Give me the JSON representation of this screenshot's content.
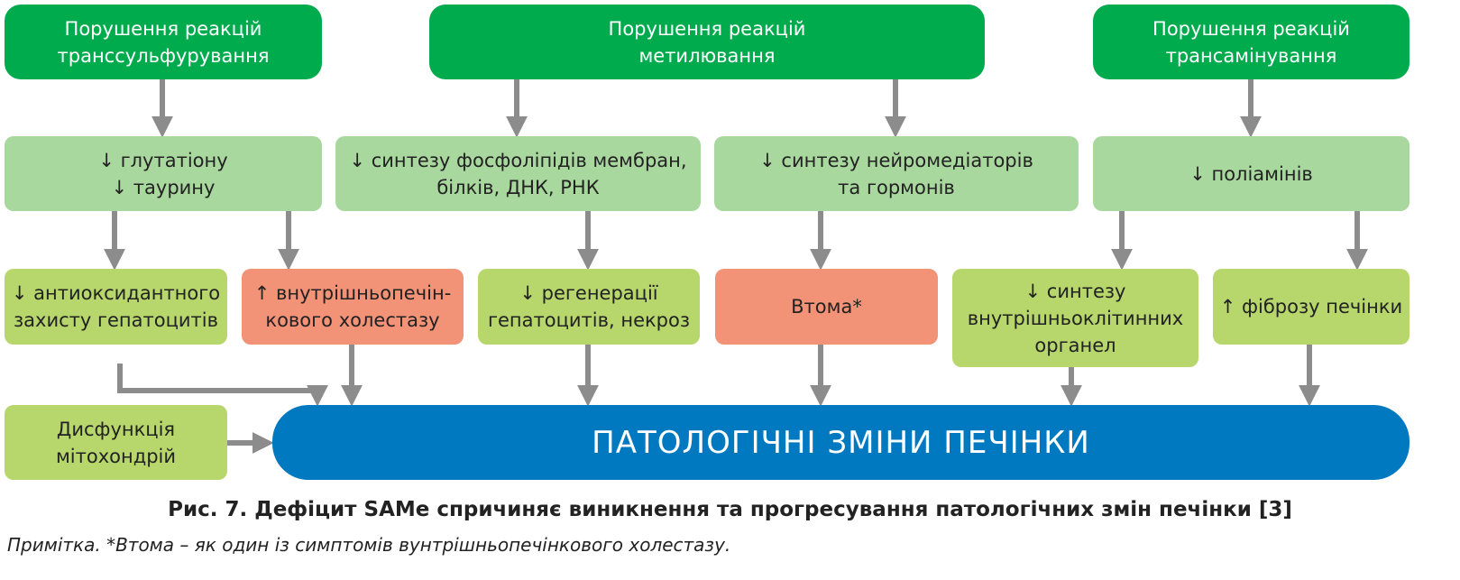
{
  "top": [
    "Порушення реакцій\nтранссульфурування",
    "Порушення реакцій\nметилювання",
    "Порушення реакцій\nтрансамінування"
  ],
  "level2": [
    "↓ глутатіону\n↓ таурину",
    "↓ синтезу фосфоліпідів мембран,\nбілків, ДНК, РНК",
    "↓ синтезу нейромедіаторів\nта гормонів",
    "↓ поліамінів"
  ],
  "level3": [
    "↓ антиоксидантного\nзахисту гепатоцитів",
    "↑ внутрішньопечін-\nкового холестазу",
    "↓ регенерації\nгепатоцитів, некроз",
    "Втома*",
    "↓ синтезу\nвнутрішньоклітинних\nорганел",
    "↑ фіброзу печінки"
  ],
  "mito": "Дисфункція\nмітохондрій",
  "result": "ПАТОЛОГІЧНІ ЗМІНИ ПЕЧІНКИ",
  "caption": "Рис. 7. Дефіцит SAMe спричиняє виникнення та прогресування патологічних змін печінки [3]",
  "note": "Примітка. *Втома – як один із симптомів вунтрішньопечінкового холестазу.",
  "colors": {
    "dark_green": "#00ab4e",
    "light_green": "#a9d89e",
    "lime": "#b7d66b",
    "salmon": "#f29277",
    "blue": "#0079c1",
    "arrow": "#8c8c8c"
  }
}
